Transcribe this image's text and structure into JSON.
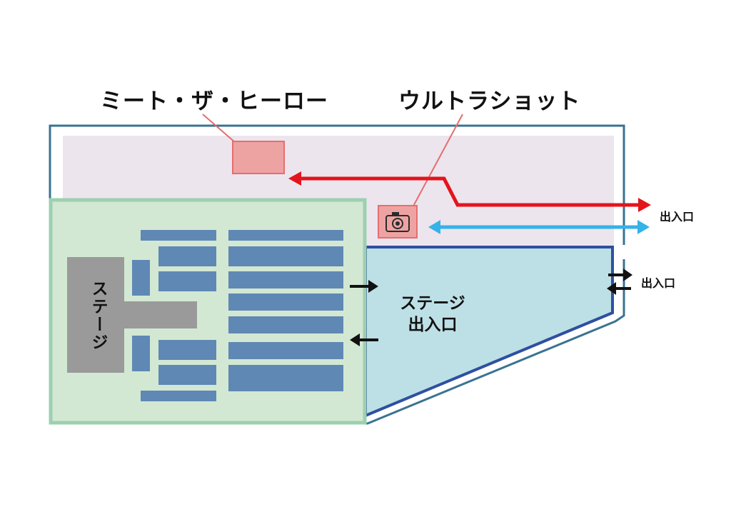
{
  "labels": {
    "meet_the_hero": "ミート・ザ・ヒーロー",
    "ultra_shot": "ウルトラショット",
    "entrance_top": "出入口",
    "entrance_right": "出入口",
    "stage": "ステージ",
    "stage_entrance_line1": "ステージ",
    "stage_entrance_line2": "出入口"
  },
  "icons": {
    "camera": "camera-icon"
  },
  "colors": {
    "outline": "#3a7391",
    "queue_zone": "#ece5ee",
    "stage_area": "#d3e8d3",
    "stage_area_border": "#9cd0b0",
    "lobby": "#bde0e6",
    "lobby_border": "#2f4fa0",
    "seats": "#5f88b5",
    "stage": "#9a9a9a",
    "booth": "#eea3a3",
    "booth_border": "#e56e6e",
    "route_red": "#e4141c",
    "route_blue": "#34b3e8",
    "arrow_black": "#111111"
  }
}
